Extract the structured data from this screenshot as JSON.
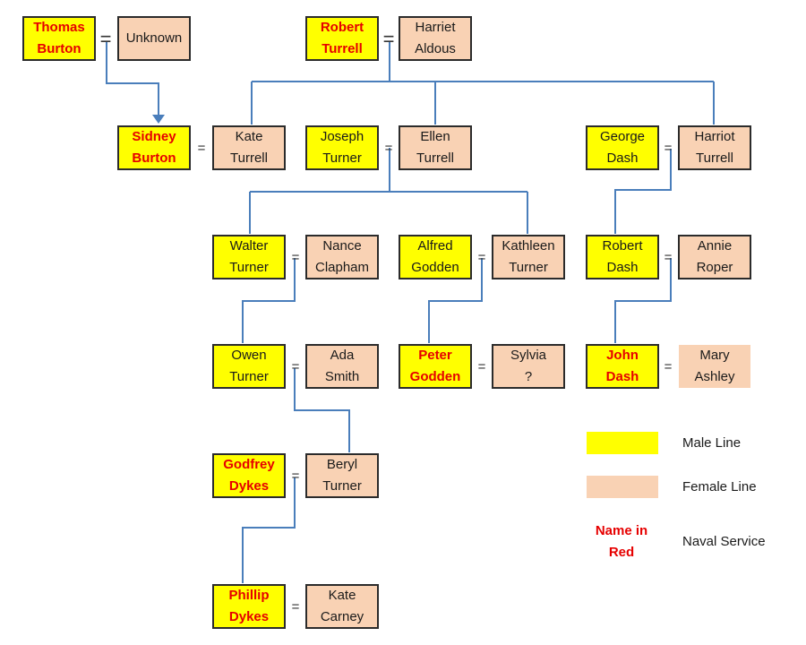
{
  "people": {
    "thomas_burton": {
      "name": "Thomas\nBurton",
      "line": "male",
      "naval": true
    },
    "unknown": {
      "name": "Unknown",
      "line": "female",
      "naval": false
    },
    "robert_turrell": {
      "name": "Robert\nTurrell",
      "line": "male",
      "naval": true
    },
    "harriet_aldous": {
      "name": "Harriet\nAldous",
      "line": "female",
      "naval": false
    },
    "sidney_burton": {
      "name": "Sidney\nBurton",
      "line": "male",
      "naval": true
    },
    "kate_turrell": {
      "name": "Kate\nTurrell",
      "line": "female",
      "naval": false
    },
    "joseph_turner": {
      "name": "Joseph\nTurner",
      "line": "male",
      "naval": false
    },
    "ellen_turrell": {
      "name": "Ellen\nTurrell",
      "line": "female",
      "naval": false
    },
    "george_dash": {
      "name": "George\nDash",
      "line": "male",
      "naval": false
    },
    "harriot_turrell": {
      "name": "Harriot\nTurrell",
      "line": "female",
      "naval": false
    },
    "walter_turner": {
      "name": "Walter\nTurner",
      "line": "male",
      "naval": false
    },
    "nance_clapham": {
      "name": "Nance\nClapham",
      "line": "female",
      "naval": false
    },
    "alfred_godden": {
      "name": "Alfred\nGodden",
      "line": "male",
      "naval": false
    },
    "kathleen_turner": {
      "name": "Kathleen\nTurner",
      "line": "female",
      "naval": false
    },
    "robert_dash": {
      "name": "Robert\nDash",
      "line": "male",
      "naval": false
    },
    "annie_roper": {
      "name": "Annie\nRoper",
      "line": "female",
      "naval": false
    },
    "owen_turner": {
      "name": "Owen\nTurner",
      "line": "male",
      "naval": false
    },
    "ada_smith": {
      "name": "Ada\nSmith",
      "line": "female",
      "naval": false
    },
    "peter_godden": {
      "name": "Peter\nGodden",
      "line": "male",
      "naval": true
    },
    "sylvia": {
      "name": "Sylvia\n?",
      "line": "female",
      "naval": false
    },
    "john_dash": {
      "name": "John\nDash",
      "line": "male",
      "naval": true
    },
    "mary_ashley": {
      "name": "Mary\nAshley",
      "line": "female",
      "naval": false
    },
    "godfrey_dykes": {
      "name": "Godfrey\nDykes",
      "line": "male",
      "naval": true
    },
    "beryl_turner": {
      "name": "Beryl\nTurner",
      "line": "female",
      "naval": false
    },
    "phillip_dykes": {
      "name": "Phillip\nDykes",
      "line": "male",
      "naval": true
    },
    "kate_carney": {
      "name": "Kate\nCarney",
      "line": "female",
      "naval": false
    }
  },
  "marriage_symbol": "=",
  "legend": {
    "male_label": "Male Line",
    "female_label": "Female Line",
    "red_sample": "Name in\nRed",
    "red_label": "Naval Service"
  },
  "colors": {
    "male": "#ffff00",
    "female": "#f9d2b4",
    "naval_text": "#e60000",
    "connector": "#4a7ebb"
  }
}
